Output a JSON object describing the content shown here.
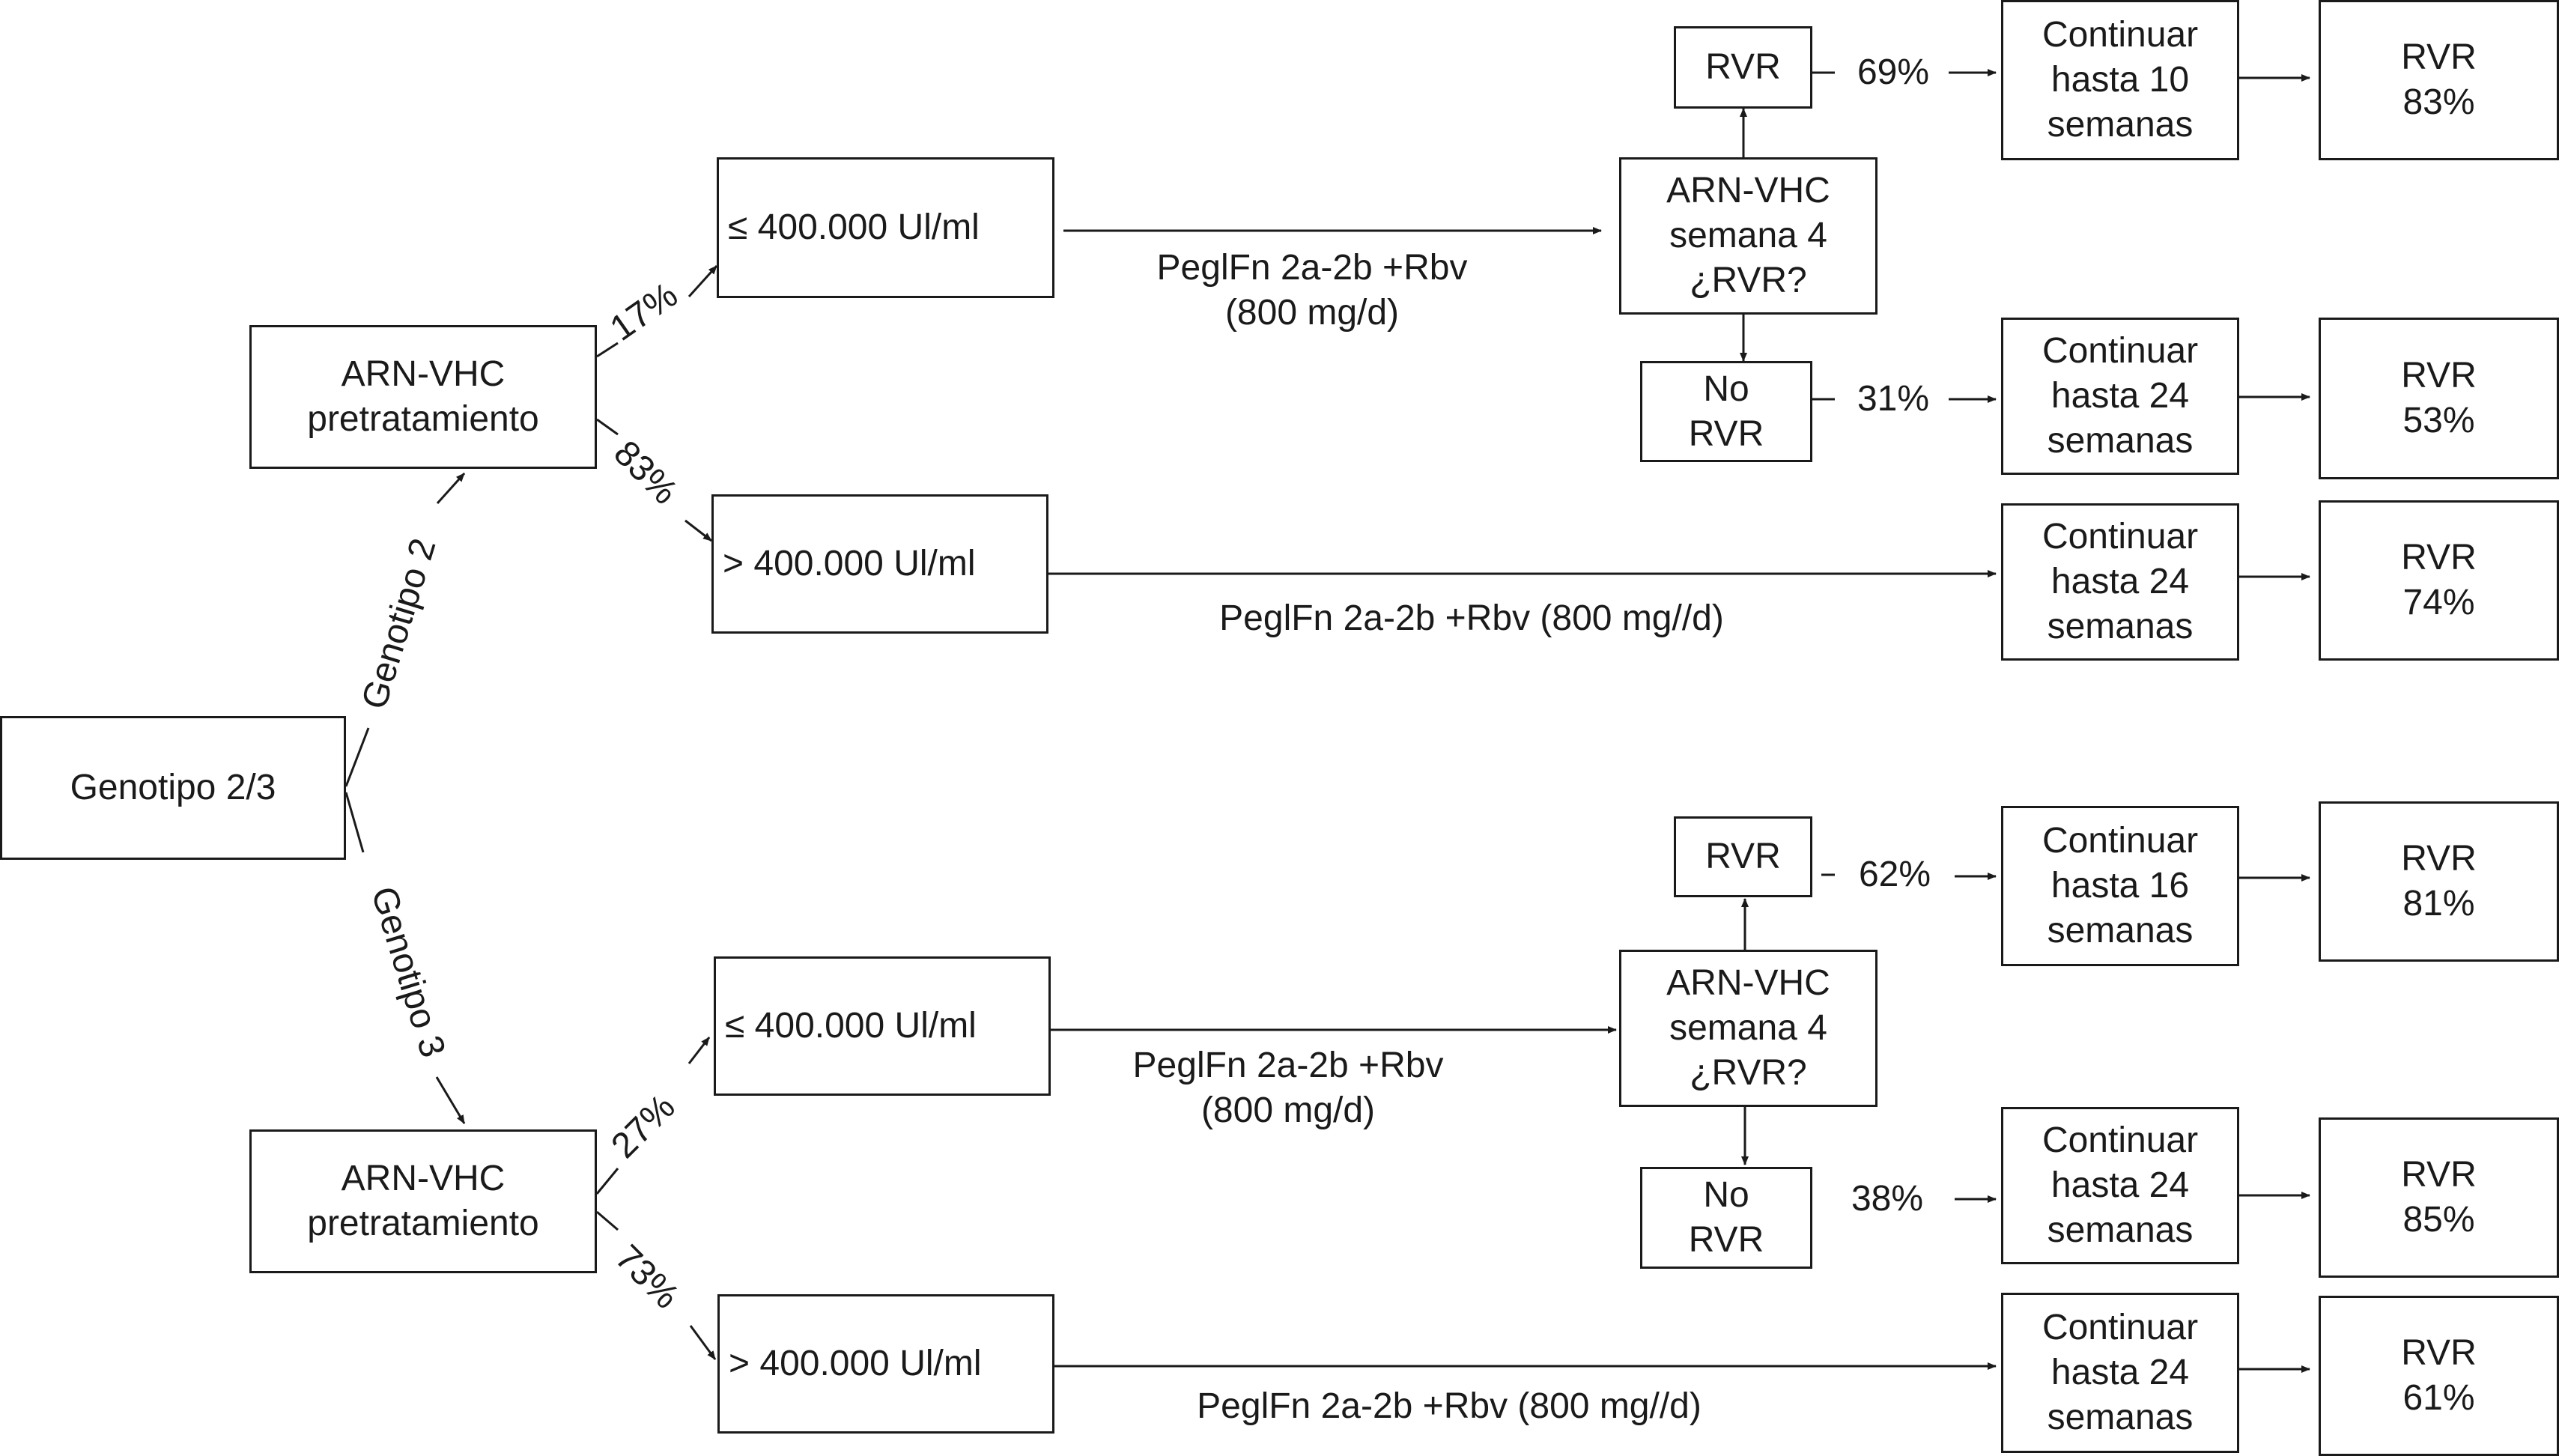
{
  "root": "Genotipo 2/3",
  "branches": {
    "g2": "Genotipo 2",
    "g3": "Genotipo 3"
  },
  "g2": {
    "pre": "ARN-VHC\npretratamiento",
    "pct_low": "17%",
    "pct_high": "83%",
    "low": "≤ 400.000 Ul/ml",
    "high": "> 400.000 Ul/ml",
    "treat_low": "PeglFn 2a-2b +Rbv\n(800 mg/d)",
    "treat_high": "PeglFn 2a-2b +Rbv (800 mg//d)",
    "week4": "ARN-VHC\nsemana 4\n¿RVR?",
    "rvr": "RVR",
    "no_rvr": "No\nRVR",
    "pct_rvr": "69%",
    "pct_no_rvr": "31%",
    "cont_rvr": "Continuar\nhasta 10\nsemanas",
    "cont_no_rvr": "Continuar\nhasta 24\nsemanas",
    "cont_high": "Continuar\nhasta 24\nsemanas",
    "res_rvr": "RVR\n83%",
    "res_no_rvr": "RVR\n53%",
    "res_high": "RVR\n74%"
  },
  "g3": {
    "pre": "ARN-VHC\npretratamiento",
    "pct_low": "27%",
    "pct_high": "73%",
    "low": "≤ 400.000 Ul/ml",
    "high": "> 400.000 Ul/ml",
    "treat_low": "PeglFn 2a-2b +Rbv\n(800 mg/d)",
    "treat_high": "PeglFn 2a-2b +Rbv (800 mg//d)",
    "week4": "ARN-VHC\nsemana 4\n¿RVR?",
    "rvr": "RVR",
    "no_rvr": "No\nRVR",
    "pct_rvr": "62%",
    "pct_no_rvr": "38%",
    "cont_rvr": "Continuar\nhasta 16\nsemanas",
    "cont_no_rvr": "Continuar\nhasta 24\nsemanas",
    "cont_high": "Continuar\nhasta 24\nsemanas",
    "res_rvr": "RVR\n81%",
    "res_no_rvr": "RVR\n85%",
    "res_high": "RVR\n61%"
  }
}
